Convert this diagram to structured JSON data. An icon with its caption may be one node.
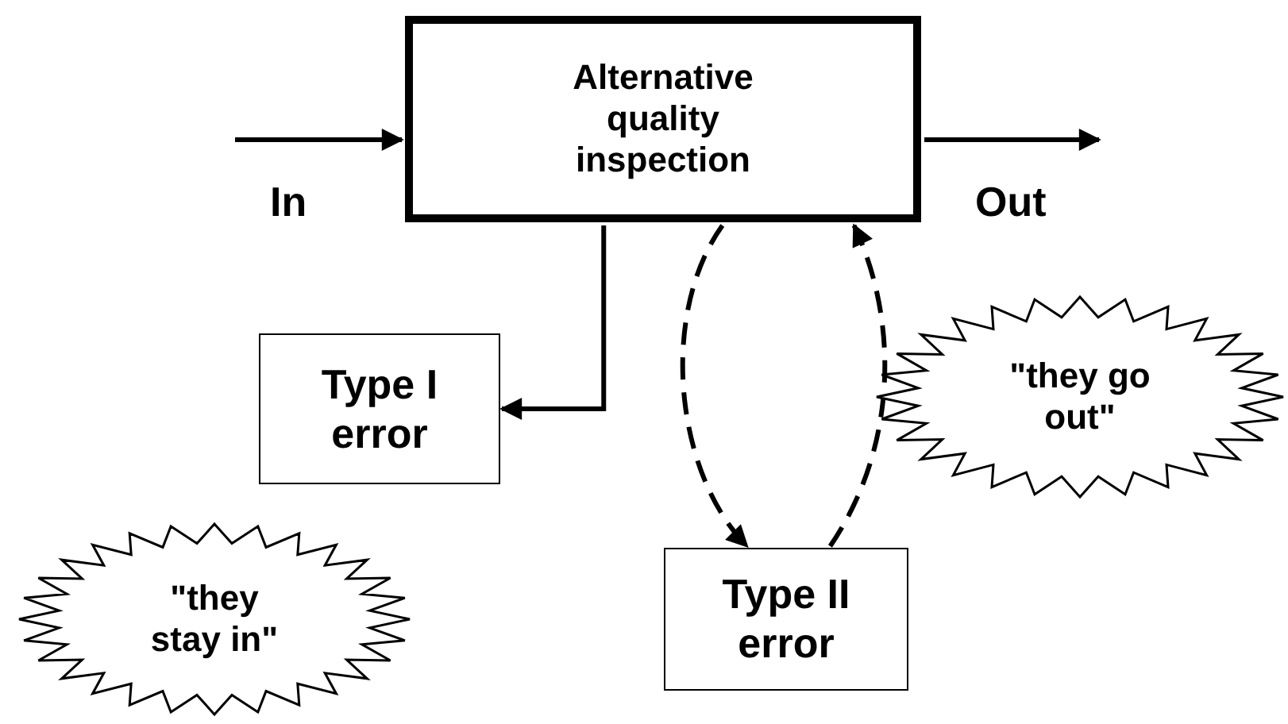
{
  "diagram": {
    "nodes": [
      {
        "text": [
          "Alternative quality inspection"
        ]
      },
      {
        "text": [
          "Type I error"
        ]
      },
      {
        "text": [
          "Type II error"
        ]
      },
      {
        "text": [
          "\"they stay in\""
        ]
      },
      {
        "text": [
          "\"they go out\""
        ]
      }
    ],
    "edges": [
      {
        "from": null,
        "to": 0,
        "arrow": "to",
        "label": "In"
      },
      {
        "from": 0,
        "to": null,
        "arrow": "to",
        "label": "Out"
      },
      {
        "from": 0,
        "to": 1,
        "arrow": "to"
      },
      {
        "from": 0,
        "to": 2,
        "arrow": "to",
        "style": "dashed"
      },
      {
        "from": 2,
        "to": 0,
        "arrow": "to",
        "style": "dashed"
      }
    ]
  }
}
